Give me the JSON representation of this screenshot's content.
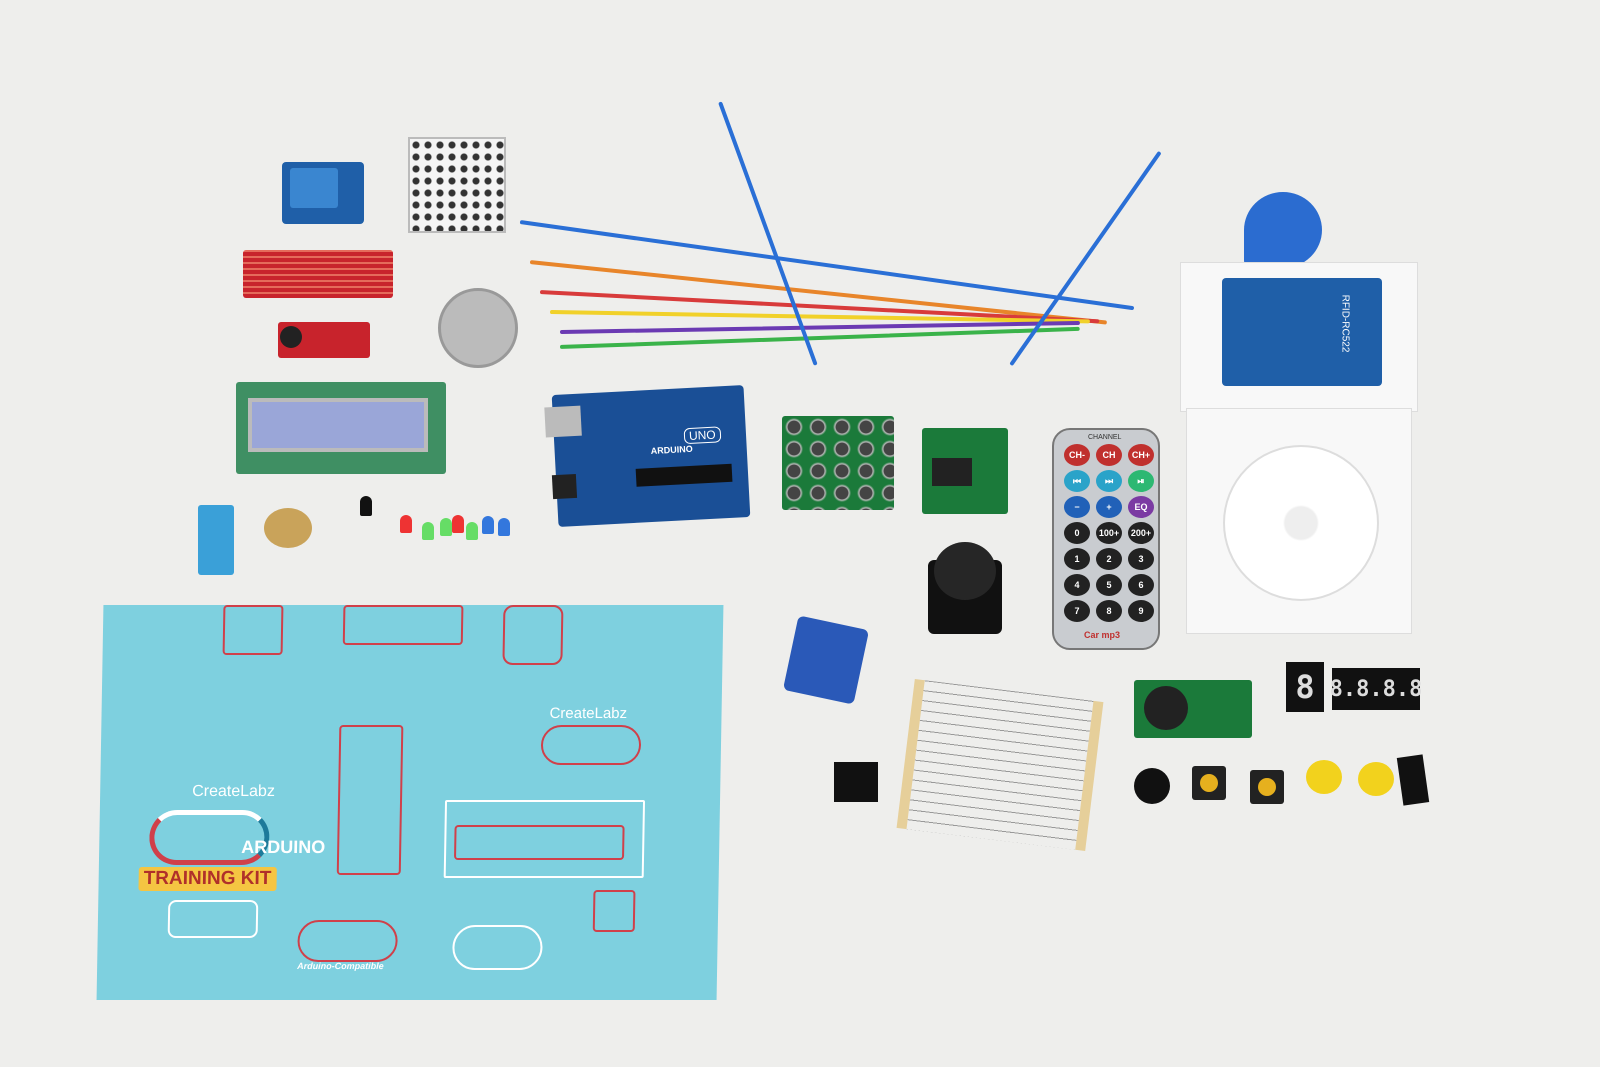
{
  "card": {
    "brand": "CreateLabz",
    "brand_small": "CreateLabz",
    "logo_text": "ARDUINO",
    "kit_label": "TRAINING KIT",
    "footer": "Arduino-Compatible"
  },
  "board": {
    "model": "UNO",
    "brand": "ARDUINO"
  },
  "rfid": {
    "label": "RFID-RC522"
  },
  "remote": {
    "header": "CHANNEL",
    "buttons": [
      "CH-",
      "CH",
      "CH+",
      "⏮",
      "⏭",
      "⏯",
      "−",
      "+",
      "EQ",
      "0",
      "100+",
      "200+",
      "1",
      "2",
      "3",
      "4",
      "5",
      "6",
      "7",
      "8",
      "9"
    ],
    "colors": [
      "#c0302e",
      "#c0302e",
      "#c0302e",
      "#2aa3c9",
      "#2aa3c9",
      "#2cb872",
      "#2161b8",
      "#2161b8",
      "#7b3aa3",
      "#222",
      "#222",
      "#222",
      "#222",
      "#222",
      "#222",
      "#222",
      "#222",
      "#222",
      "#222",
      "#222",
      "#222"
    ],
    "brand": "Car mp3"
  },
  "seven_segment": {
    "single": "8",
    "quad": "8.8.8.8"
  },
  "colors": {
    "background": "#eeeeec",
    "card": "#7ed0df",
    "kit_label_bg": "#f5c542",
    "kit_label_text": "#b0302a"
  }
}
